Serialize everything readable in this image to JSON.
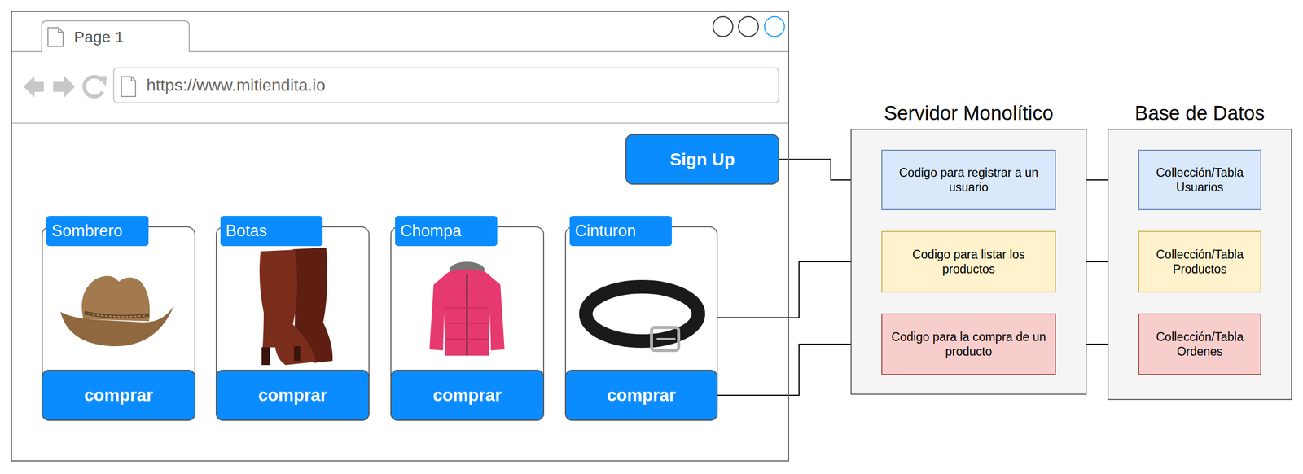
{
  "diagram": {
    "nodes": [
      {
        "text": [
          "Page 1"
        ]
      },
      {
        "text": [
          "https://www.mitiendita.io"
        ],
        "in": 0
      },
      {
        "text": [
          "Sign Up"
        ],
        "in": 0
      },
      {
        "text": [
          "Sombrero"
        ],
        "in": 0
      },
      {
        "text": [
          "comprar"
        ],
        "in": 3
      },
      {
        "text": [
          "Botas"
        ],
        "in": 0
      },
      {
        "text": [
          "comprar"
        ],
        "in": 5
      },
      {
        "text": [
          "Chompa"
        ],
        "in": 0
      },
      {
        "text": [
          "comprar"
        ],
        "in": 7
      },
      {
        "text": [
          "Cinturon"
        ],
        "in": 0
      },
      {
        "text": [
          "comprar"
        ],
        "in": 9
      },
      {
        "text": [
          "Servidor Monolítico"
        ]
      },
      {
        "text": [
          "Codigo para registrar a un usuario"
        ],
        "in": 11
      },
      {
        "text": [
          "Codigo para listar los productos"
        ],
        "in": 11
      },
      {
        "text": [
          "Codigo para la compra de un producto"
        ],
        "in": 11
      },
      {
        "text": [
          "Base de Datos"
        ]
      },
      {
        "text": [
          "Collección/Tabla Usuarios"
        ],
        "in": 15
      },
      {
        "text": [
          "Collección/Tabla Productos"
        ],
        "in": 15
      },
      {
        "text": [
          "Collección/Tabla Ordenes"
        ],
        "in": 15
      }
    ],
    "edges": [
      {
        "from": 2,
        "to": 12,
        "arrow": "to"
      },
      {
        "from": 9,
        "to": 13,
        "arrow": "to"
      },
      {
        "from": 10,
        "to": 14,
        "arrow": "to"
      },
      {
        "from": 12,
        "to": 16,
        "arrow": "to"
      },
      {
        "from": 13,
        "to": 17,
        "arrow": "to"
      },
      {
        "from": 14,
        "to": 18,
        "arrow": "to"
      }
    ]
  }
}
